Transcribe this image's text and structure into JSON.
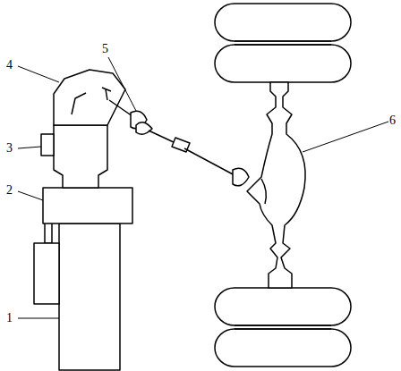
{
  "diagram": {
    "labels": [
      "5",
      "4",
      "6",
      "3",
      "2",
      "1"
    ]
  }
}
